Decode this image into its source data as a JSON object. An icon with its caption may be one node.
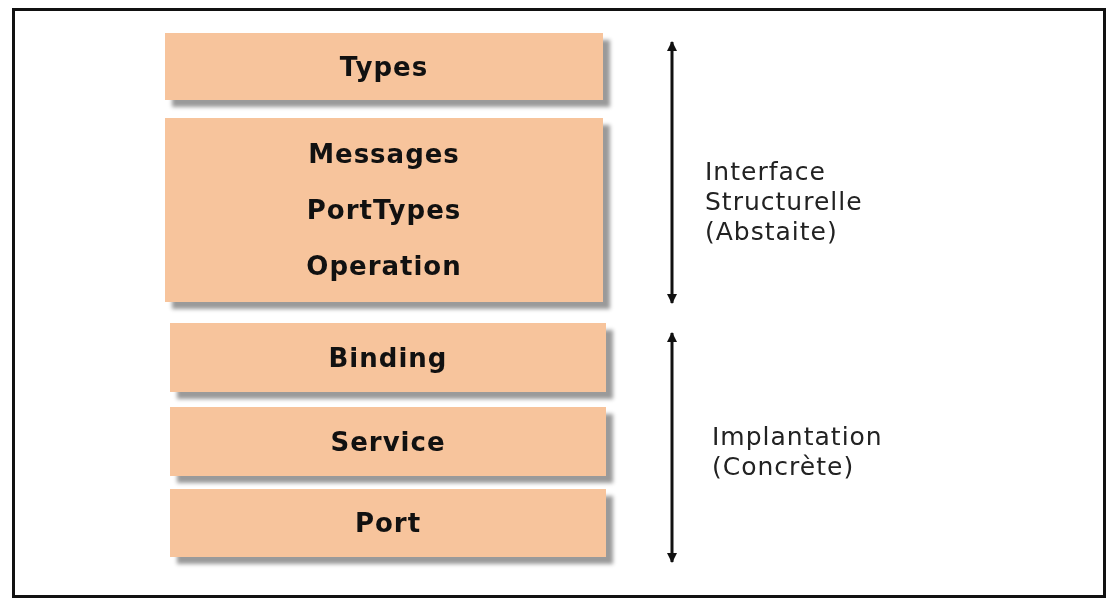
{
  "diagram": {
    "nodes": [
      {
        "text": [
          "Types"
        ]
      },
      {
        "text": [
          "Messages",
          "PortTypes",
          "Operation"
        ]
      },
      {
        "text": [
          "Binding"
        ]
      },
      {
        "text": [
          "Service"
        ]
      },
      {
        "text": [
          "Port"
        ]
      }
    ],
    "labels": [
      "Interface Structurelle (Abstaite)",
      "Implantation (Concrète)"
    ]
  }
}
